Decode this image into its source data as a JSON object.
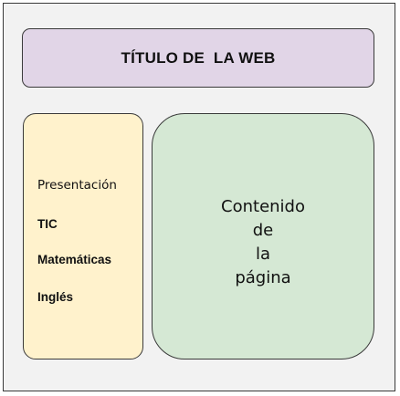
{
  "header": {
    "title": "TÍTULO DE  LA WEB"
  },
  "sidebar": {
    "items": [
      {
        "label": "Presentación"
      },
      {
        "label": "TIC"
      },
      {
        "label": "Matemáticas"
      },
      {
        "label": "Inglés"
      }
    ]
  },
  "content": {
    "lines": [
      "Contenido",
      "de",
      "la",
      "página"
    ]
  },
  "colors": {
    "frame_bg": "#f2f2f2",
    "header_bg": "#e1d5e7",
    "sidebar_bg": "#fff2cc",
    "content_bg": "#d5e8d4",
    "border": "#3a3a3a"
  }
}
